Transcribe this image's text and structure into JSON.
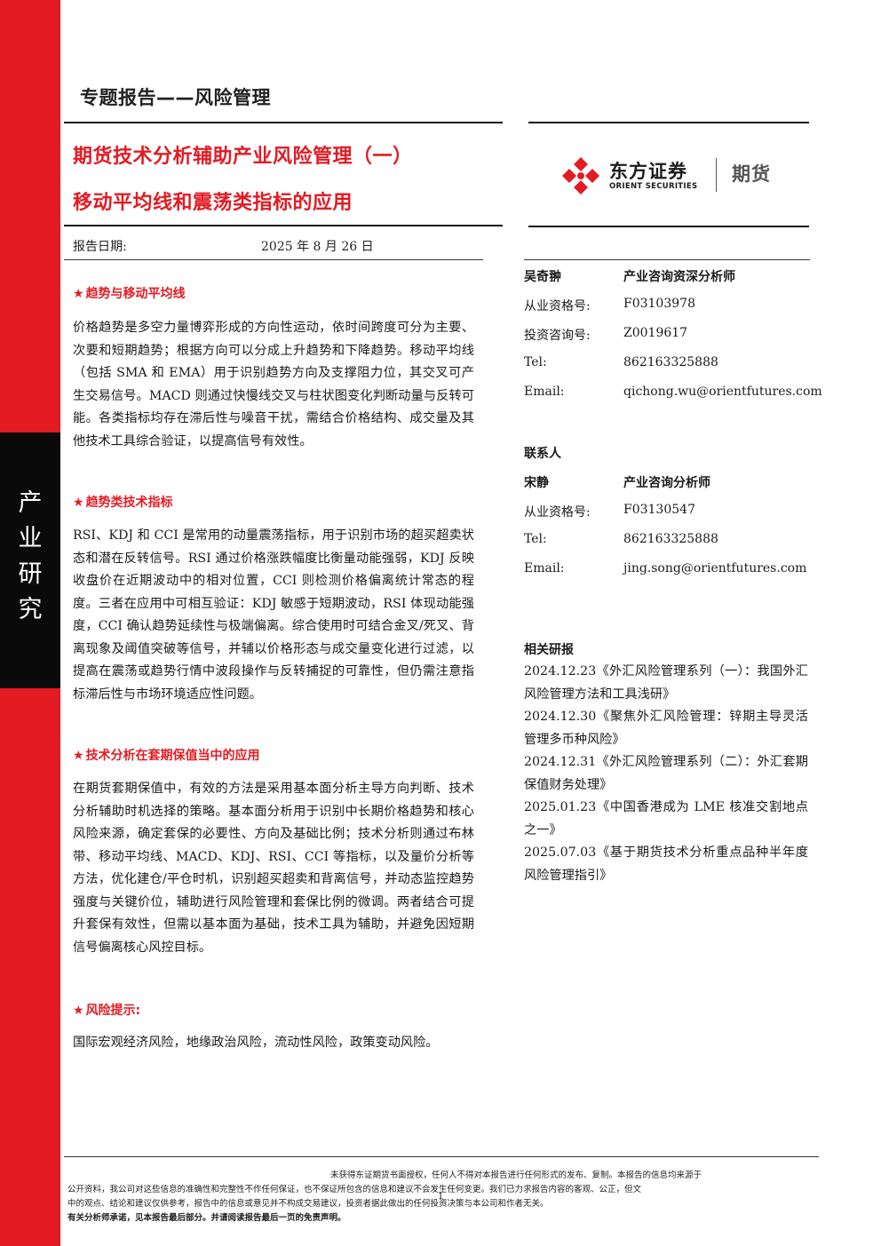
{
  "sidebar": {
    "label_chars": [
      "产",
      "业",
      "研",
      "究"
    ]
  },
  "header": {
    "report_type": "专题报告——风险管理",
    "title_line1": "期货技术分析辅助产业风险管理（一）",
    "title_line2": "移动平均线和震荡类指标的应用",
    "date_label": "报告日期:",
    "date_value": "2025 年 8 月 26 日"
  },
  "brand": {
    "name_cn": "东方证券",
    "name_en": "ORIENT SECURITIES",
    "division": "期货",
    "logo_color": "#e31b23"
  },
  "sections": [
    {
      "heading": "趋势与移动平均线",
      "body": "价格趋势是多空力量博弈形成的方向性运动，依时间跨度可分为主要、次要和短期趋势；根据方向可以分成上升趋势和下降趋势。移动平均线（包括 SMA 和 EMA）用于识别趋势方向及支撑阻力位，其交叉可产生交易信号。MACD 则通过快慢线交叉与柱状图变化判断动量与反转可能。各类指标均存在滞后性与噪音干扰，需结合价格结构、成交量及其他技术工具综合验证，以提高信号有效性。"
    },
    {
      "heading": "趋势类技术指标",
      "body": "RSI、KDJ 和 CCI 是常用的动量震荡指标，用于识别市场的超买超卖状态和潜在反转信号。RSI 通过价格涨跌幅度比衡量动能强弱，KDJ 反映收盘价在近期波动中的相对位置，CCI 则检测价格偏离统计常态的程度。三者在应用中可相互验证：KDJ 敏感于短期波动，RSI 体现动能强度，CCI 确认趋势延续性与极端偏离。综合使用时可结合金叉/死叉、背离现象及阈值突破等信号，并辅以价格形态与成交量变化进行过滤，以提高在震荡或趋势行情中波段操作与反转捕捉的可靠性，但仍需注意指标滞后性与市场环境适应性问题。"
    },
    {
      "heading": "技术分析在套期保值当中的应用",
      "body": "在期货套期保值中，有效的方法是采用基本面分析主导方向判断、技术分析辅助时机选择的策略。基本面分析用于识别中长期价格趋势和核心风险来源，确定套保的必要性、方向及基础比例；技术分析则通过布林带、移动平均线、MACD、KDJ、RSI、CCI 等指标，以及量价分析等方法，优化建仓/平仓时机，识别超买超卖和背离信号，并动态监控趋势强度与关键价位，辅助进行风险管理和套保比例的微调。两者结合可提升套保有效性，但需以基本面为基础，技术工具为辅助，并避免因短期信号偏离核心风控目标。"
    },
    {
      "heading": "风险提示:",
      "body": "国际宏观经济风险，地缘政治风险，流动性风险，政策变动风险。"
    }
  ],
  "analyst": {
    "name": "吴奇翀",
    "title": "产业咨询资深分析师",
    "rows": [
      {
        "label": "从业资格号:",
        "value": "F03103978"
      },
      {
        "label": "投资咨询号:",
        "value": "Z0019617"
      },
      {
        "label": "Tel:",
        "value": "862163325888"
      },
      {
        "label": "Email:",
        "value": "qichong.wu@orientfutures.com"
      }
    ]
  },
  "contact": {
    "heading": "联系人",
    "name": "宋静",
    "title": "产业咨询分析师",
    "rows": [
      {
        "label": "从业资格号:",
        "value": "F03130547"
      },
      {
        "label": "Tel:",
        "value": "862163325888"
      },
      {
        "label": "Email:",
        "value": "jing.song@orientfutures.com"
      }
    ]
  },
  "related": {
    "heading": "相关研报",
    "items": [
      "2024.12.23《外汇风险管理系列（一）：我国外汇风险管理方法和工具浅研》",
      "2024.12.30《聚焦外汇风险管理：锌期主导灵活管理多币种风险》",
      "2024.12.31《外汇风险管理系列（二）：外汇套期保值财务处理》",
      "2025.01.23《中国香港成为 LME 核准交割地点之一》",
      "2025.07.03《基于期货技术分析重点品种半年度风险管理指引》"
    ]
  },
  "footer": {
    "line1": "未获得东证期货书面授权，任何人不得对本报告进行任何形式的发布、复制。本报告的信息均来源于",
    "line2": "公开资料，我公司对这些信息的准确性和完整性不作任何保证，也不保证所包含的信息和建议不会发生任何变更。我们已力求报告内容的客观、公正，但文",
    "line3": "中的观点、结论和建议仅供参考，报告中的信息或意见并不构成交易建议，投资者据此做出的任何投资决策与本公司和作者无关。",
    "line4": "有关分析师承诺，见本报告最后部分。并请阅读报告最后一页的免责声明。",
    "page_number": "1"
  }
}
